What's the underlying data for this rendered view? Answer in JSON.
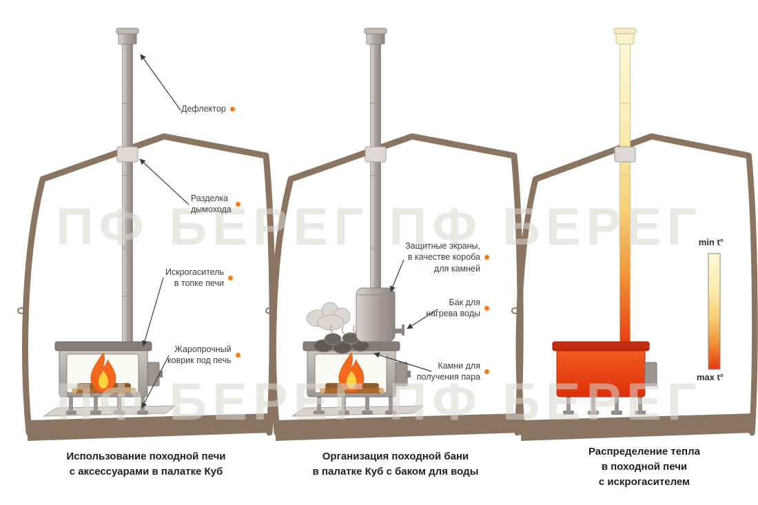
{
  "watermark": {
    "line1": "ПФ БЕРЕГ ПФ БЕРЕГ",
    "line2": "ПФ БЕРЕГ ПФ БЕРЕГ"
  },
  "legend": {
    "min": "min t°",
    "max": "max t°"
  },
  "panels": [
    {
      "caption": "Использование походной печи\nс аксессуарами в палатке Куб",
      "labels": [
        {
          "text": "Дефлектор"
        },
        {
          "text": "Разделка\nдымохода"
        },
        {
          "text": "Искрогаситель\nв топке печи"
        },
        {
          "text": "Жаропрочный\nковрик под печь"
        }
      ]
    },
    {
      "caption": "Организация походной бани\nв палатке Куб с баком для воды",
      "labels": [
        {
          "text": "Защитные экраны,\nв качестве короба\nдля камней"
        },
        {
          "text": "Бак для\nнагрева воды"
        },
        {
          "text": "Камни для\nполучения пара"
        }
      ]
    },
    {
      "caption": "Распределение тепла\nв походной печи\nс искрогасителем",
      "labels": []
    }
  ],
  "colors": {
    "accent_dot": "#f07d1e",
    "tent_frame": "#8a7563",
    "metal": "#a89f9e",
    "flame_outer": "#f2691d",
    "flame_inner": "#ffd23e",
    "heat_min": "#fcf7d8",
    "heat_max": "#e23a10"
  }
}
